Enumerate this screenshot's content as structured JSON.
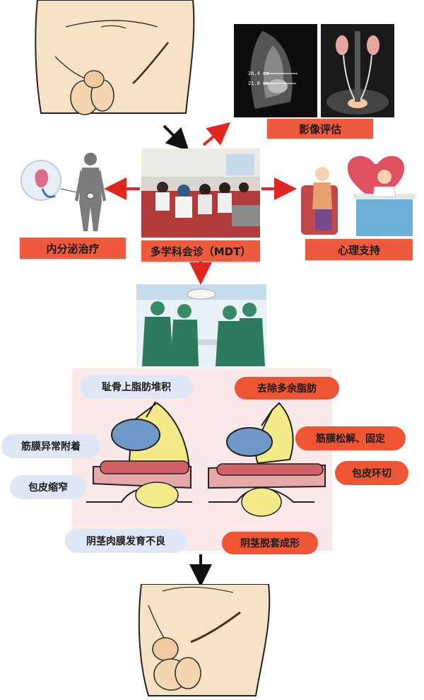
{
  "labels": {
    "imaging": "影像评估",
    "mdt": "多学科会诊（MDT）",
    "endocrine": "内分泌治疗",
    "psych": "心理支持"
  },
  "annotations": {
    "left": {
      "fat_pile": "耻骨上脂肪堆积",
      "fascia_abnormal": "筋膜异常附着",
      "phimosis": "包皮缩窄",
      "dartos": "阴茎肉膜发育不良"
    },
    "right": {
      "remove_fat": "去除多余脂肪",
      "fascia_release": "筋膜松解、固定",
      "circumcision": "包皮环切",
      "degloving": "阴茎脱套成形"
    }
  },
  "imaging_readouts": {
    "mri_left": [
      "26.4 mm",
      "21.8 mm"
    ]
  },
  "colors": {
    "accent_orange": "#f05a3c",
    "arrow_red": "#e0261f",
    "arrow_black": "#111111",
    "panel_pink": "#fbe9ea",
    "pill_blue": "#dfe7f6",
    "skin": "#f6e2c4",
    "fat_yellow": "#f3ea8a",
    "bladder_blue": "#6f98c8",
    "penis_red": "#d1606a"
  }
}
